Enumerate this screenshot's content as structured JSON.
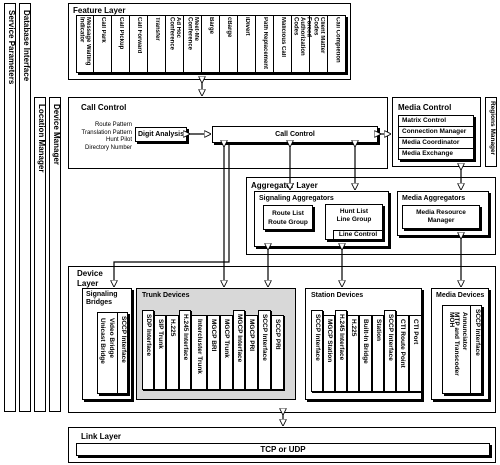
{
  "side": {
    "service_parameters": "Service Parameters",
    "database_interface": "Database Interface",
    "location_manager": "Location Manager",
    "device_manager": "Device Manager",
    "regions_manager": "Regions Manager"
  },
  "feature_layer": {
    "title": "Feature Layer",
    "features": [
      "Message Waiting Indicator",
      "Call Park",
      "Call Pickup",
      "Call Forward",
      "Transfer",
      "Ad Hoc Conference",
      "Meet-Me Conference",
      "Barge",
      "cBarge",
      "iDivert",
      "Path Replacement",
      "Malicious Call",
      "Forced Authorization Codes",
      "Client Matter Codes",
      "Call Completion"
    ]
  },
  "call_control": {
    "title": "Call Control",
    "patterns": [
      "Route Pattern",
      "Translation Pattern",
      "Hunt Pilot",
      "Directory Number"
    ],
    "digit_analysis": "Digit Analysis",
    "call_control_box": "Call Control"
  },
  "media_control": {
    "title": "Media Control",
    "items": [
      "Matrix Control",
      "Connection Manager",
      "Media Coordinator",
      "Media Exchange"
    ]
  },
  "aggregator": {
    "title": "Aggregator Layer",
    "signaling_title": "Signaling Aggregators",
    "route_list": "Route List",
    "route_group": "Route Group",
    "hunt_list": "Hunt List",
    "line_group": "Line Group",
    "line_control": "Line Control",
    "media_title": "Media Aggregators",
    "media_resource_manager": "Media Resource Manager"
  },
  "device_layer": {
    "title": "Device Layer",
    "signaling_bridges": {
      "title": "Signaling Bridges",
      "items": [
        "SCCP Interface",
        "Video Bridge",
        "Unicast Bridge"
      ]
    },
    "trunk_devices": {
      "title": "Trunk Devices",
      "items": [
        "SDP Interface",
        "SIP Trunk",
        "H.225",
        "H.245 Interface",
        "Intercluster Trunk",
        "MGCP BRI",
        "MGCP Trunk",
        "MGCP Interface",
        "MGCP PRI",
        "SCCP Interface",
        "SCCP PRI"
      ]
    },
    "station_devices": {
      "title": "Station Devices",
      "items": [
        "SCCP Interface",
        "MGCP Station",
        "H.245 Interface",
        "H.225",
        "Built-In Bridge",
        "Station",
        "SCCP Interface",
        "CTI Route Point",
        "CTI Port"
      ]
    },
    "media_devices": {
      "title": "Media Devices",
      "items": [
        "SCCP Interface",
        "MOH",
        "Annunciator",
        "MTP and Transcoder"
      ]
    }
  },
  "link_layer": {
    "title": "Link Layer",
    "transport": "TCP or UDP"
  }
}
